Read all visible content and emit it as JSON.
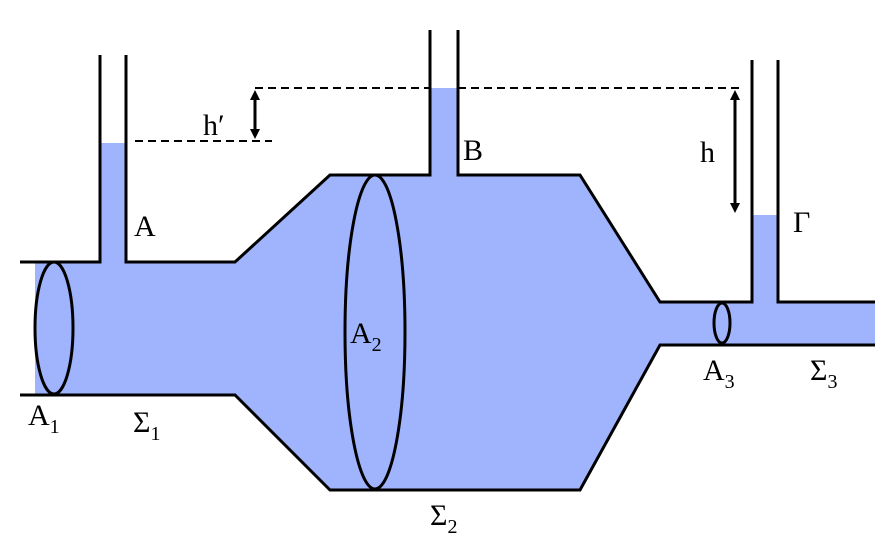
{
  "colors": {
    "water": "#9fb4fc",
    "line": "#000000"
  },
  "labels": {
    "h_prime": "h′",
    "h": "h",
    "A": "A",
    "B": "B",
    "Gamma": "Γ",
    "A1": {
      "main": "A",
      "sub": "1"
    },
    "A2": {
      "main": "A",
      "sub": "2"
    },
    "A3": {
      "main": "A",
      "sub": "3"
    },
    "Sigma1": {
      "main": "Σ",
      "sub": "1"
    },
    "Sigma2": {
      "main": "Σ",
      "sub": "2"
    },
    "Sigma3": {
      "main": "Σ",
      "sub": "3"
    }
  }
}
